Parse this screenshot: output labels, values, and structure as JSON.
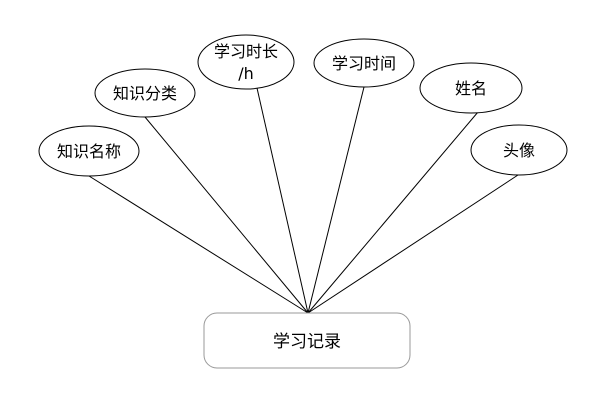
{
  "entity": {
    "label": "学习记录"
  },
  "attributes": [
    {
      "id": "knowledge-name",
      "lines": [
        "知识名称"
      ]
    },
    {
      "id": "knowledge-category",
      "lines": [
        "知识分类"
      ]
    },
    {
      "id": "study-duration",
      "lines": [
        "学习时长",
        "/h"
      ]
    },
    {
      "id": "study-time",
      "lines": [
        "学习时间"
      ]
    },
    {
      "id": "name",
      "lines": [
        "姓名"
      ]
    },
    {
      "id": "avatar",
      "lines": [
        "头像"
      ]
    }
  ],
  "colors": {
    "stroke": "#000000",
    "entity_stroke": "#999999",
    "background": "#ffffff"
  }
}
